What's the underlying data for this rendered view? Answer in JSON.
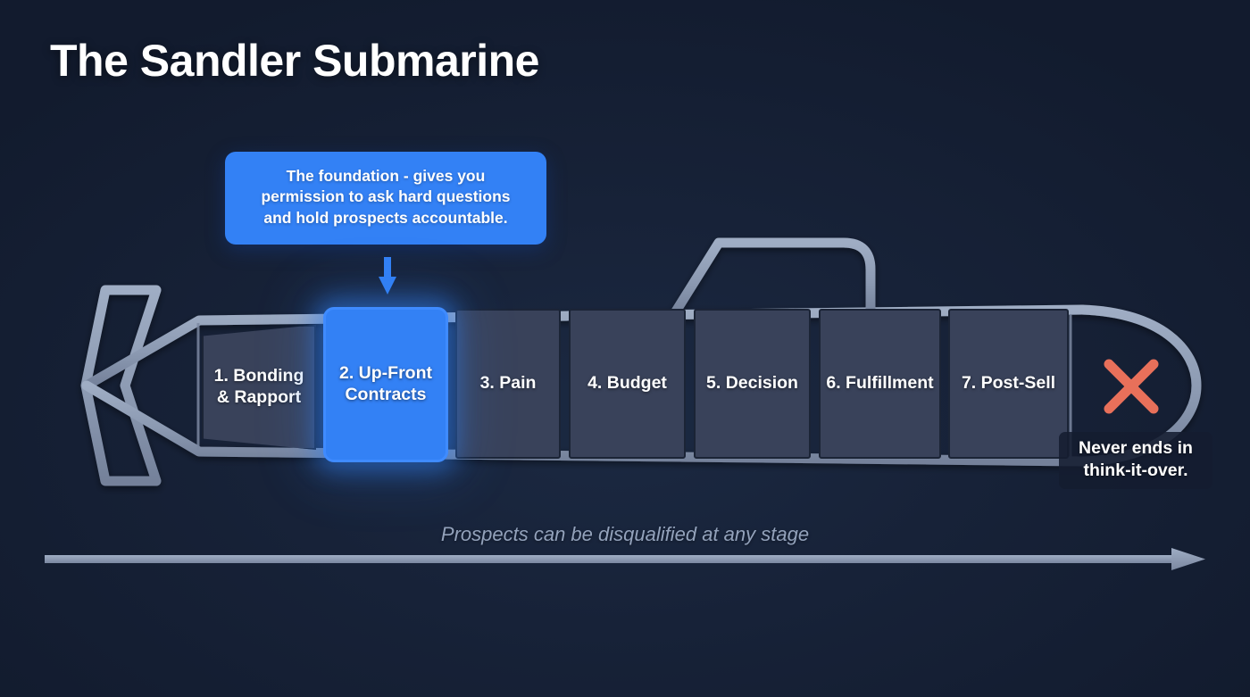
{
  "page": {
    "title": "The Sandler Submarine",
    "background_color": "#131d32"
  },
  "callout": {
    "line1": "The foundation - gives you",
    "line2": "permission to ask hard questions",
    "line3": "and hold prospects accountable.",
    "color": "#3381f5",
    "arrow_icon": "arrow-down-icon",
    "points_to_stage": "2. Up-Front Contracts"
  },
  "submarine": {
    "hull_color": "#8c9ab2",
    "compartment_fill": "#39425a",
    "active_color": "#3381f5",
    "parts": {
      "stern_fin": "tail-fin",
      "propeller_shaft": "propeller-shaft",
      "conning_tower": "conning-tower",
      "periscope": "periscope",
      "bow": "bow-nose"
    },
    "stages": [
      {
        "label_line1": "1. Bonding",
        "label_line2": "& Rapport",
        "active": false
      },
      {
        "label_line1": "2. Up-Front",
        "label_line2": "Contracts",
        "active": true
      },
      {
        "label_line1": "3. Pain",
        "label_line2": "",
        "active": false
      },
      {
        "label_line1": "4. Budget",
        "label_line2": "",
        "active": false
      },
      {
        "label_line1": "5. Decision",
        "label_line2": "",
        "active": false
      },
      {
        "label_line1": "6. Fulfillment",
        "label_line2": "",
        "active": false
      },
      {
        "label_line1": "7. Post-Sell",
        "label_line2": "",
        "active": false
      }
    ]
  },
  "exit_marker": {
    "icon": "x-mark-icon",
    "color": "#e8705a",
    "label_line1": "Never ends in",
    "label_line2": "think-it-over."
  },
  "footer": {
    "caption": "Prospects can be disqualified at any stage",
    "arrow_icon": "arrow-right-icon",
    "arrow_color": "#8c9ab2"
  }
}
